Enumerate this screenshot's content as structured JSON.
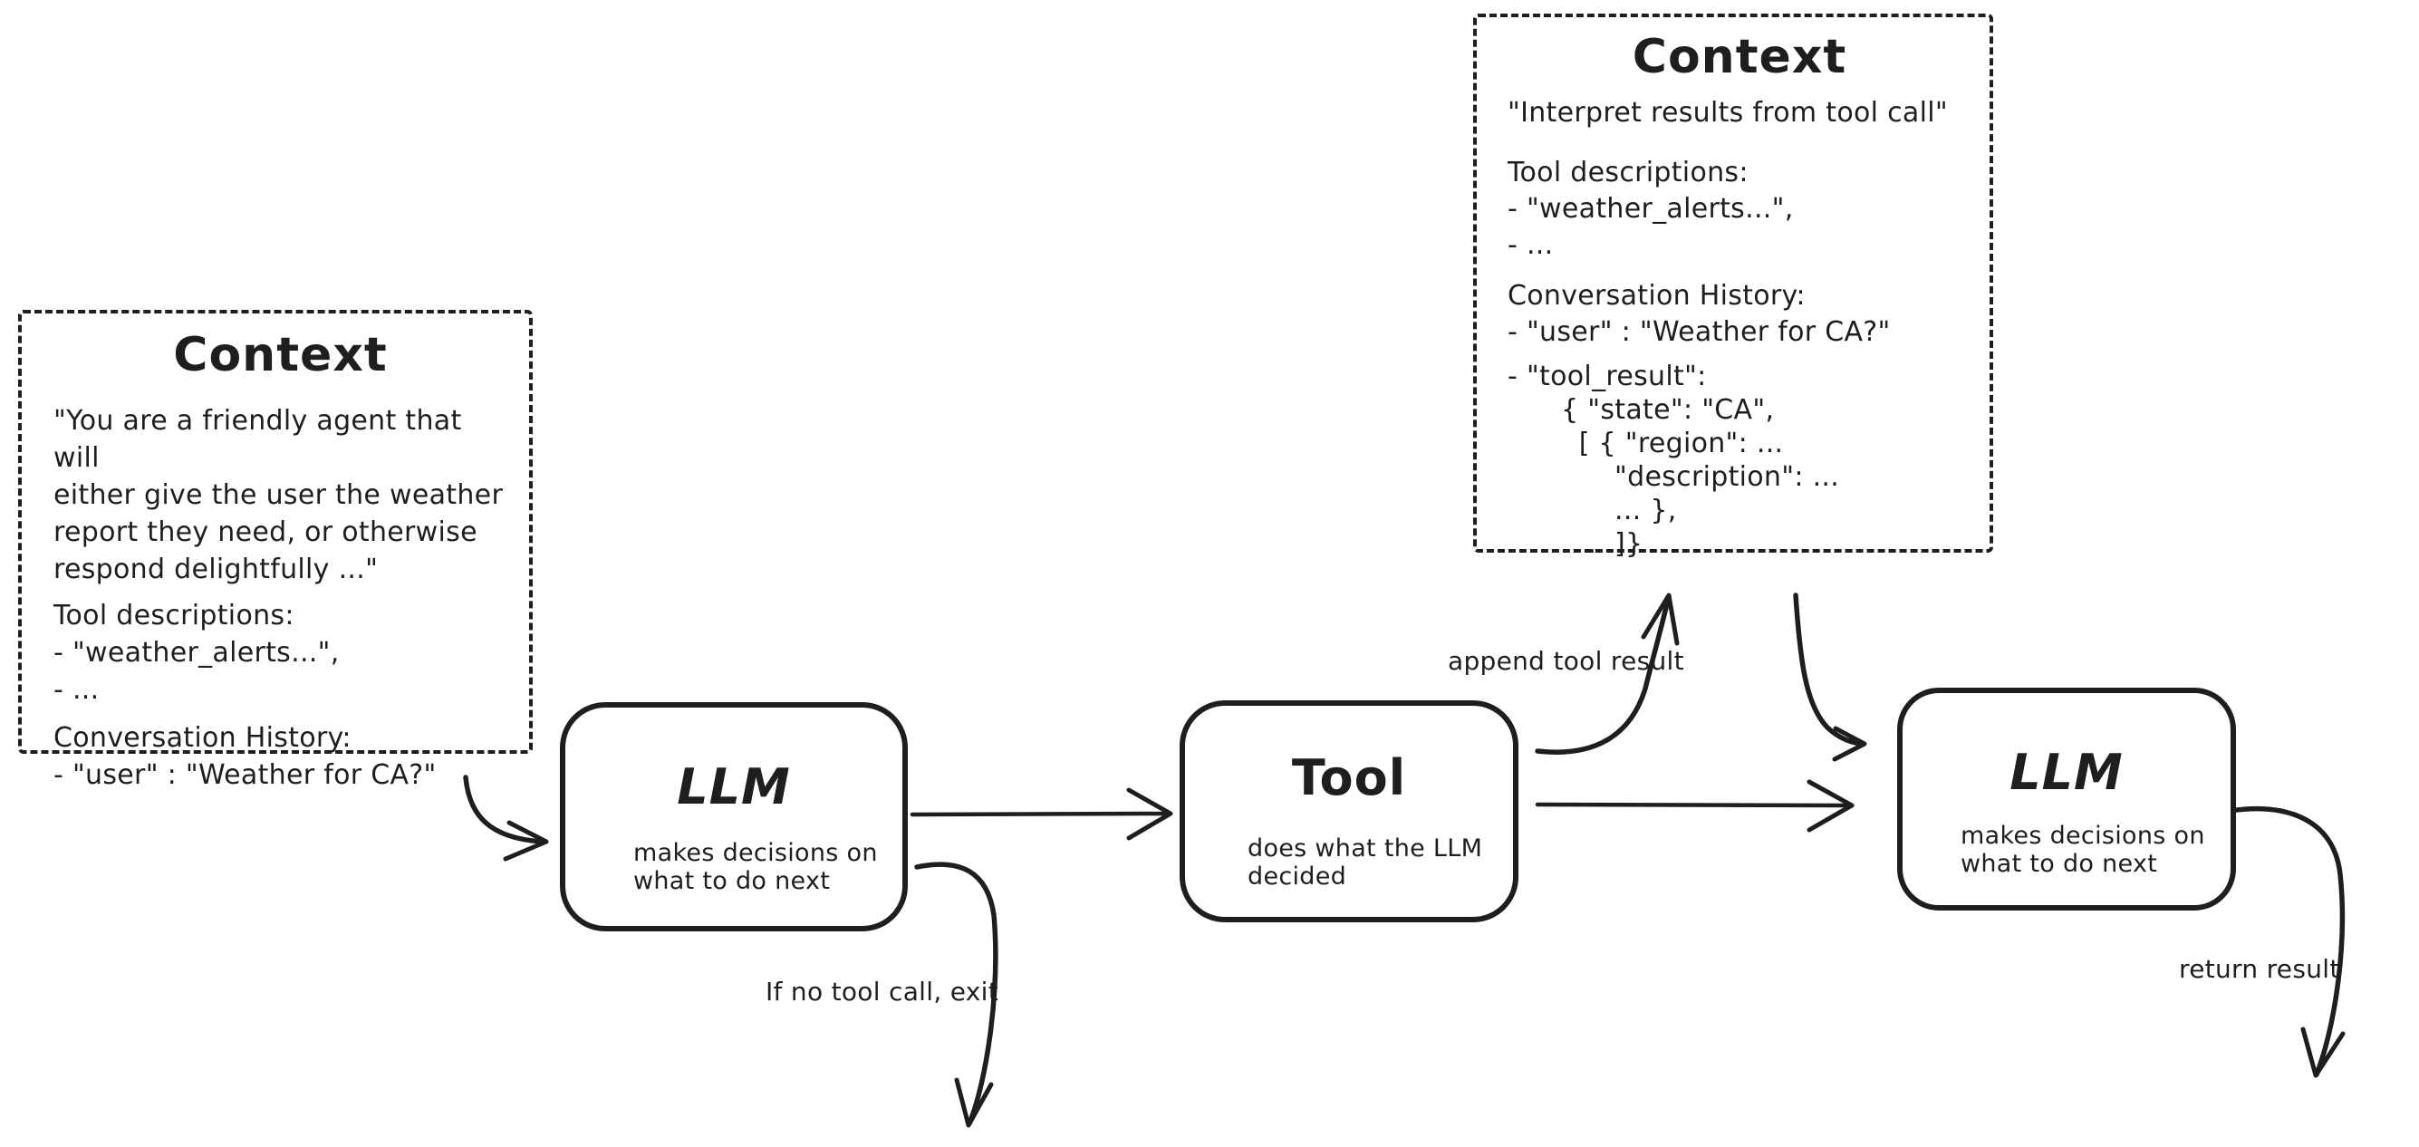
{
  "colors": {
    "ink": "#1e1e1e",
    "background": "#ffffff"
  },
  "context_left": {
    "title": "Context",
    "system_prompt": "\"You are a friendly agent that will\neither give the user the weather\nreport they need, or otherwise\nrespond delightfully ...\"",
    "tool_descriptions": "Tool descriptions:\n- \"weather_alerts...\",\n- ...",
    "conversation_history": "Conversation History:\n- \"user\" : \"Weather for CA?\""
  },
  "context_right": {
    "title": "Context",
    "instruction": "\"Interpret results from tool call\"",
    "tool_descriptions": "Tool descriptions:\n- \"weather_alerts...\",\n- ...",
    "conversation_history": "Conversation History:\n- \"user\" : \"Weather for CA?\"",
    "tool_result": "- \"tool_result\":\n      { \"state\": \"CA\",\n        [ { \"region\": ...\n            \"description\": ...\n            ... },\n         ...]}"
  },
  "nodes": {
    "llm1": {
      "title": "LLM",
      "subtitle": "makes decisions on\nwhat to do next"
    },
    "tool": {
      "title": "Tool",
      "subtitle": "does what the LLM\ndecided"
    },
    "llm2": {
      "title": "LLM",
      "subtitle": "makes decisions on\nwhat to do next"
    }
  },
  "edge_labels": {
    "append_tool_result": "append tool result",
    "exit_condition": "If no tool call, exit",
    "return_result": "return result"
  }
}
